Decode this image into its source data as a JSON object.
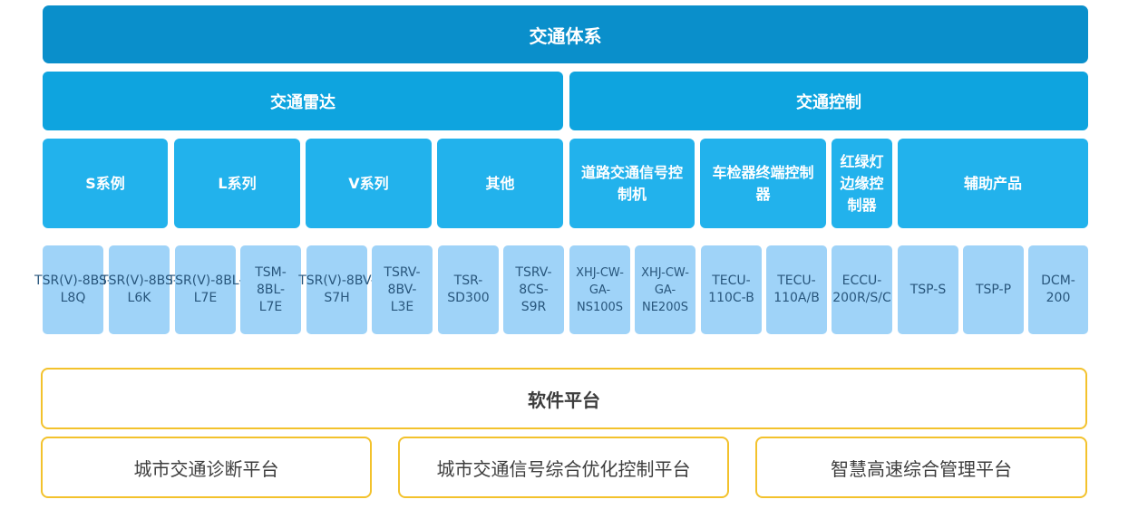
{
  "root": {
    "label": "交通体系"
  },
  "categories": [
    {
      "label": "交通雷达"
    },
    {
      "label": "交通控制"
    }
  ],
  "series": [
    {
      "label": "S系例"
    },
    {
      "label": "L系列"
    },
    {
      "label": "V系列"
    },
    {
      "label": "其他"
    },
    {
      "label": "道路交通信号控制机"
    },
    {
      "label": "车检器终端控制器"
    },
    {
      "label": "红绿灯边缘控制器"
    },
    {
      "label": "辅助产品"
    }
  ],
  "products": [
    {
      "label": "TSR(V)-8BS-L8Q"
    },
    {
      "label": "TSR(V)-8BS-L6K"
    },
    {
      "label": "TSR(V)-8BL-L7E"
    },
    {
      "label": "TSM-8BL-L7E"
    },
    {
      "label": "TSR(V)-8BV-S7H"
    },
    {
      "label": "TSRV-8BV-L3E"
    },
    {
      "label": "TSR-SD300"
    },
    {
      "label": "TSRV-8CS-S9R"
    },
    {
      "label": "XHJ-CW-GA-NS100S"
    },
    {
      "label": "XHJ-CW-GA-NE200S"
    },
    {
      "label": "TECU-110C-B"
    },
    {
      "label": "TECU-110A/B"
    },
    {
      "label": "ECCU-200R/S/C"
    },
    {
      "label": "TSP-S"
    },
    {
      "label": "TSP-P"
    },
    {
      "label": "DCM-200"
    }
  ],
  "software": {
    "label": "软件平台"
  },
  "platforms": [
    {
      "label": "城市交通诊断平台"
    },
    {
      "label": "城市交通信号综合优化控制平台"
    },
    {
      "label": "智慧高速综合管理平台"
    }
  ]
}
